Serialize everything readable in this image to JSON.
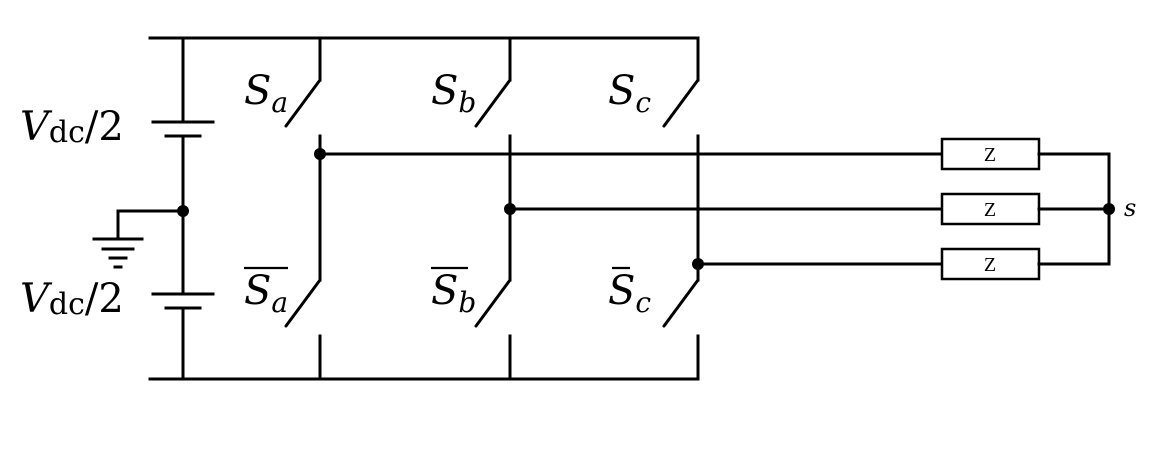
{
  "sources": {
    "top": {
      "symbol": "V",
      "subscript": "dc",
      "suffix": "/2"
    },
    "bottom": {
      "symbol": "V",
      "subscript": "dc",
      "suffix": "/2"
    }
  },
  "switches": {
    "a": {
      "letter": "S",
      "sub": "a"
    },
    "b": {
      "letter": "S",
      "sub": "b"
    },
    "c": {
      "letter": "S",
      "sub": "c"
    }
  },
  "loads": {
    "z1": "Z",
    "z2": "Z",
    "z3": "Z"
  },
  "neutral_label": "s"
}
